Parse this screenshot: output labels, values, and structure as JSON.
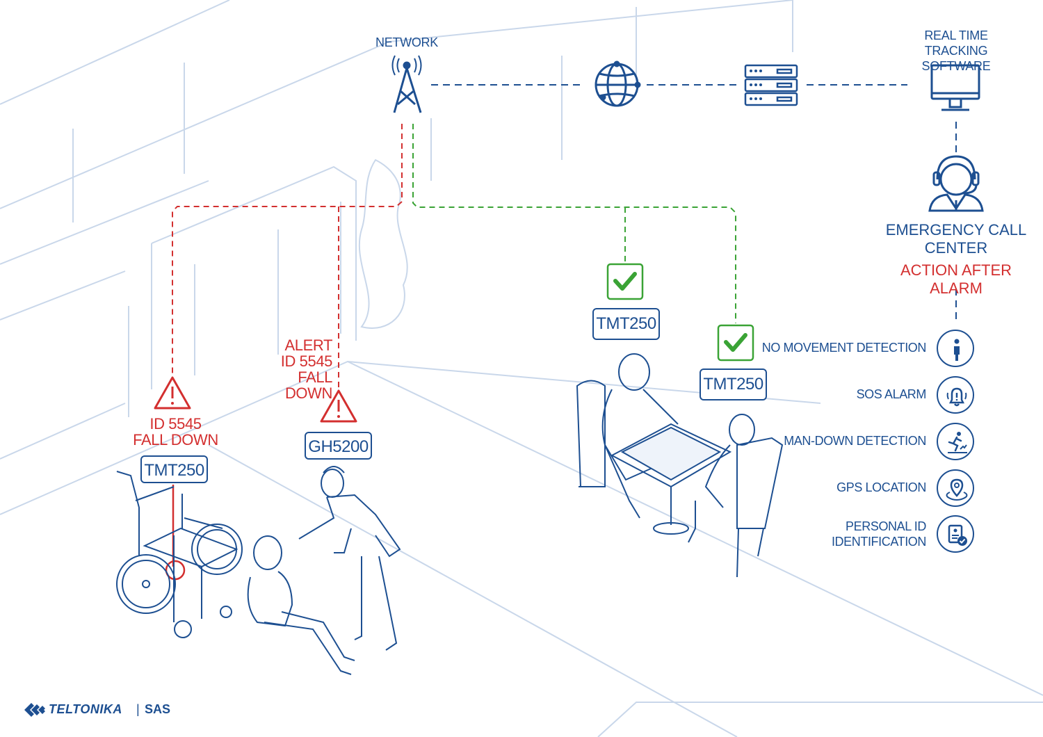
{
  "network": {
    "label": "NETWORK"
  },
  "software": {
    "label_line1": "REAL TIME TRACKING",
    "label_line2": "SOFTWARE"
  },
  "call_center": {
    "label_line1": "EMERGENCY CALL",
    "label_line2": "CENTER",
    "action": "ACTION AFTER ALARM"
  },
  "devices": {
    "wheelchair": {
      "model": "TMT250",
      "alert_line1": "ID 5545",
      "alert_line2": "FALL DOWN"
    },
    "nurse": {
      "model": "GH5200",
      "alert_line1": "ALERT",
      "alert_line2": "ID 5545",
      "alert_line3": "FALL DOWN"
    },
    "chess_man": {
      "model": "TMT250"
    },
    "chess_child": {
      "model": "TMT250"
    }
  },
  "features": [
    {
      "label_line1": "NO MOVEMENT DETECTION",
      "label_line2": "",
      "icon": "person-standing-icon"
    },
    {
      "label_line1": "SOS ALARM",
      "label_line2": "",
      "icon": "alarm-bell-icon"
    },
    {
      "label_line1": "MAN-DOWN DETECTION",
      "label_line2": "",
      "icon": "falling-person-icon"
    },
    {
      "label_line1": "GPS LOCATION",
      "label_line2": "",
      "icon": "location-pin-icon"
    },
    {
      "label_line1": "PERSONAL ID",
      "label_line2": "IDENTIFICATION",
      "icon": "id-card-icon"
    }
  ],
  "brand": {
    "name": "TELTONIKA",
    "separator": "|",
    "product": "SAS"
  },
  "colors": {
    "primary": "#1d4f91",
    "alert": "#d32f2f",
    "ok": "#3aa335",
    "scene_line": "#c9d7ea"
  }
}
